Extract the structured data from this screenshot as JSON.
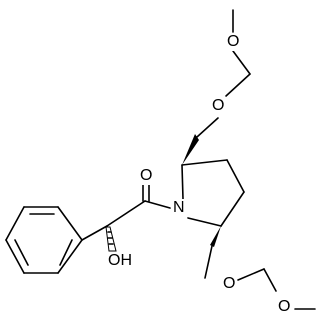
{
  "molecule": {
    "atoms": {
      "n1": "N",
      "o_carbonyl": "O",
      "oh": "OH",
      "o_upper_1": "O",
      "o_upper_2": "O",
      "o_lower_1": "O",
      "o_lower_2": "O"
    }
  }
}
